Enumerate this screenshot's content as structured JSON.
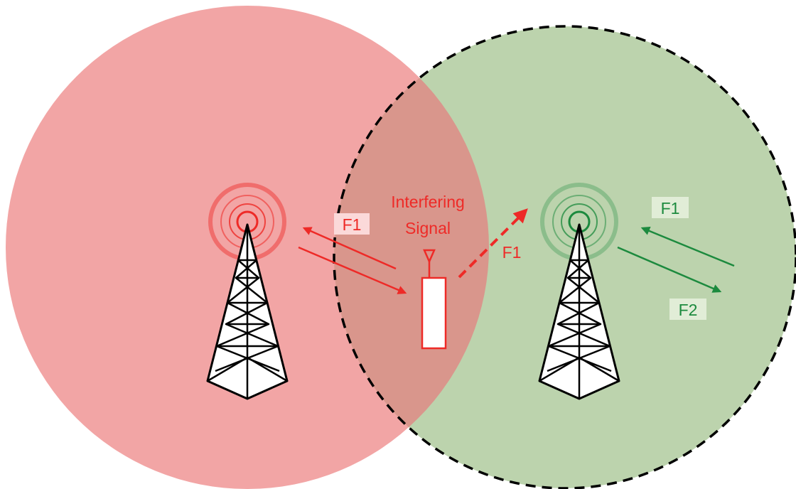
{
  "labels": {
    "interfering_line1": "Interfering",
    "interfering_line2": "Signal",
    "left_f1": "F1",
    "mobile_f1": "F1",
    "right_f1": "F1",
    "right_f2": "F2"
  },
  "colors": {
    "left_cell_fill": "#f2a5a5",
    "right_cell_fill": "#bcd3ad",
    "overlap_fill": "#d9968c",
    "red": "#ee2a27",
    "green": "#1c8a3e",
    "left_label_bg": "#fbd9d9",
    "right_label_bg": "#e1edd7"
  }
}
